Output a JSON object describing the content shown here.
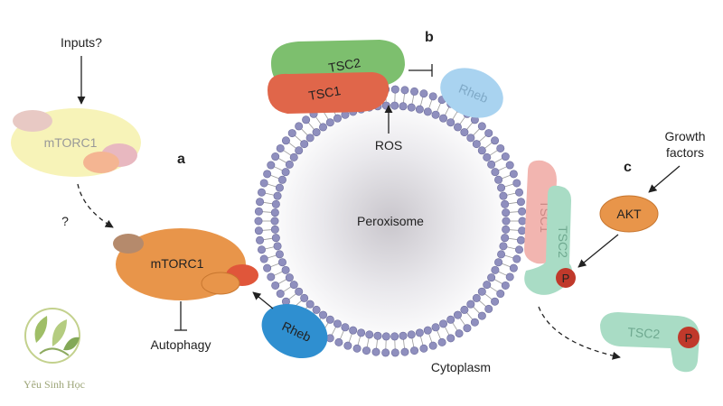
{
  "panels": {
    "a": "a",
    "b": "b",
    "c": "c"
  },
  "labels": {
    "inputs": "Inputs?",
    "question": "?",
    "autophagy": "Autophagy",
    "ros": "ROS",
    "peroxisome": "Peroxisome",
    "cytoplasm": "Cytoplasm",
    "growth_line1": "Growth",
    "growth_line2": "factors"
  },
  "molecules": {
    "mtorc1_faded": "mTORC1",
    "mtorc1": "mTORC1",
    "tsc2_top": "TSC2",
    "tsc1_top": "TSC1",
    "rheb_top": "Rheb",
    "rheb_bottom": "Rheb",
    "tsc1_right": "TSC1",
    "tsc2_right": "TSC2",
    "akt": "AKT",
    "p1": "P",
    "tsc2_free": "TSC2",
    "p2": "P"
  },
  "watermark": {
    "text": "Yêu Sinh Học"
  },
  "colors": {
    "mtorc1": "#e8954a",
    "mtorc1_faded": "#f7f3b8",
    "tsc2_green": "#7dbf6e",
    "tsc1_red": "#e0664a",
    "rheb_blue": "#2f8fd0",
    "rheb_faded": "#a9d3f0",
    "membrane_head": "#8f8fbe",
    "phospho": "#c0392b"
  }
}
